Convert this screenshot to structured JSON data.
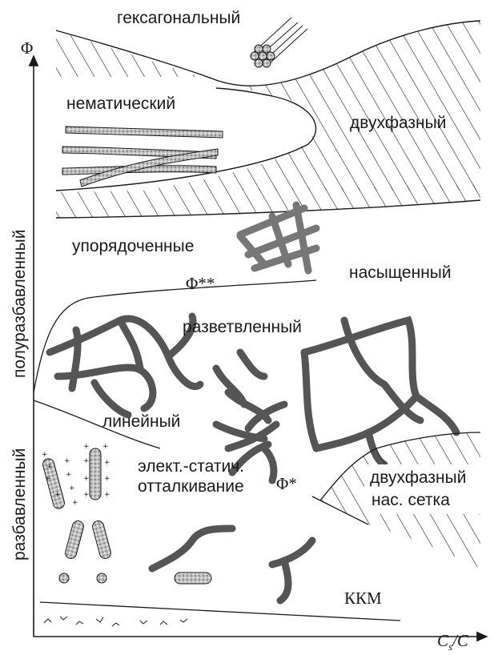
{
  "axes": {
    "y_label": "Φ",
    "x_label_main": "C",
    "x_label_sub": "s",
    "x_label_tail": "/C",
    "y_region_upper": "полуразбавленный",
    "y_region_lower": "разбавленный"
  },
  "regions": {
    "hexagonal": "гексагональный",
    "nematic": "нематический",
    "two_phase_top": "двухфазный",
    "ordered": "упорядоченные",
    "phi_double_star": "Φ**",
    "saturated": "насыщенный",
    "branched": "разветвленный",
    "linear": "линейный",
    "electrostatic_1": "элект.-статич.",
    "electrostatic_2": "отталкивание",
    "phi_star": "Φ*",
    "two_phase_bottom_1": "двухфазный",
    "two_phase_bottom_2": "нас. сетка",
    "cmc": "ККМ"
  },
  "colors": {
    "ink": "#1a1a1a",
    "micelle_fill": "#bdbdbd",
    "background": "#ffffff"
  }
}
